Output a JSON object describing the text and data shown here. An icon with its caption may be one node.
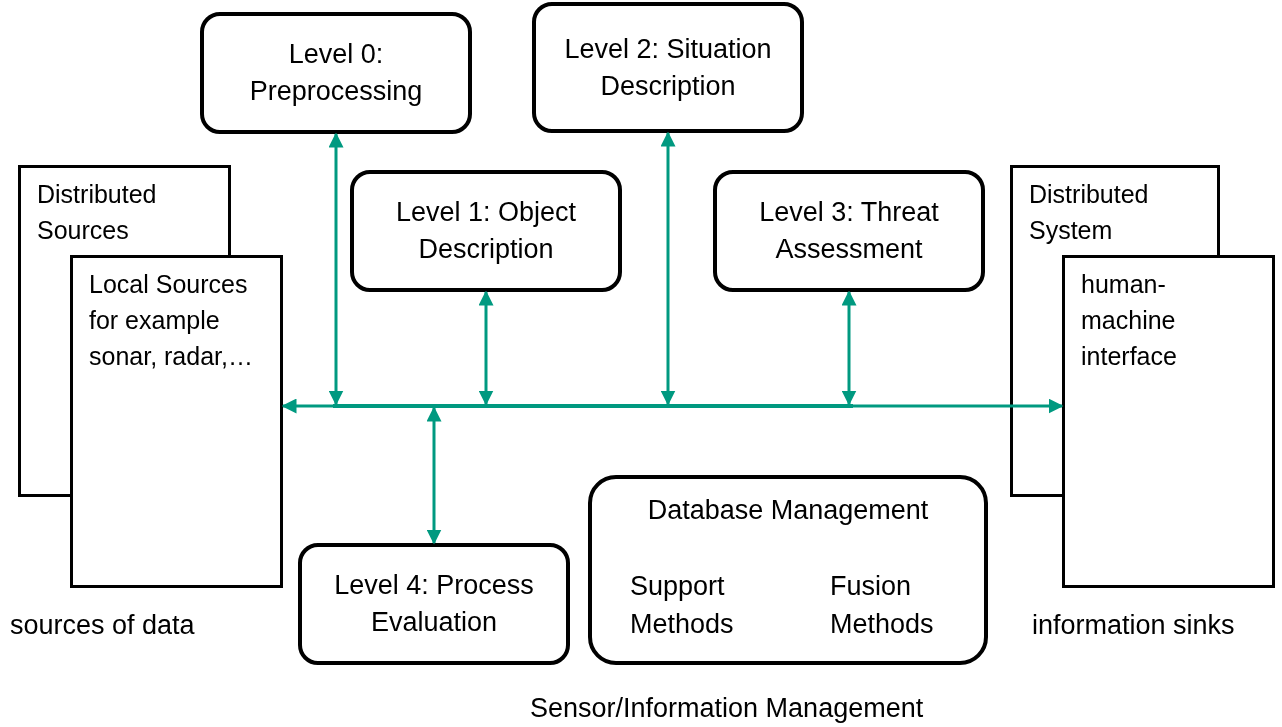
{
  "diagram": {
    "nodes": [
      {
        "text": [
          "Distributed Sources"
        ]
      },
      {
        "text": [
          "Local Sources for example sonar, radar,…"
        ]
      },
      {
        "text": [
          "Level 0: Preprocessing"
        ]
      },
      {
        "text": [
          "Level 1: Object Description"
        ]
      },
      {
        "text": [
          "Level 2: Situation Description"
        ]
      },
      {
        "text": [
          "Level 3: Threat Assessment"
        ]
      },
      {
        "text": [
          "Level 4: Process Evaluation"
        ]
      },
      {
        "text": [
          "Database Management",
          "Support Methods",
          "Fusion Methods"
        ]
      },
      {
        "text": [
          "Distributed System"
        ]
      },
      {
        "text": [
          "human-machine interface"
        ]
      },
      {
        "text": [],
        "shape": "bar"
      }
    ],
    "edges": [
      {
        "from": 10,
        "to": 1,
        "arrow": "to"
      },
      {
        "from": 10,
        "to": 9,
        "arrow": "to"
      },
      {
        "from": 10,
        "to": 2,
        "arrow": "both"
      },
      {
        "from": 10,
        "to": 3,
        "arrow": "both"
      },
      {
        "from": 10,
        "to": 4,
        "arrow": "both"
      },
      {
        "from": 10,
        "to": 5,
        "arrow": "both"
      },
      {
        "from": 10,
        "to": 6,
        "arrow": "both"
      }
    ],
    "labels": [
      "sources of data",
      "information sinks",
      "Sensor/Information Management"
    ]
  }
}
